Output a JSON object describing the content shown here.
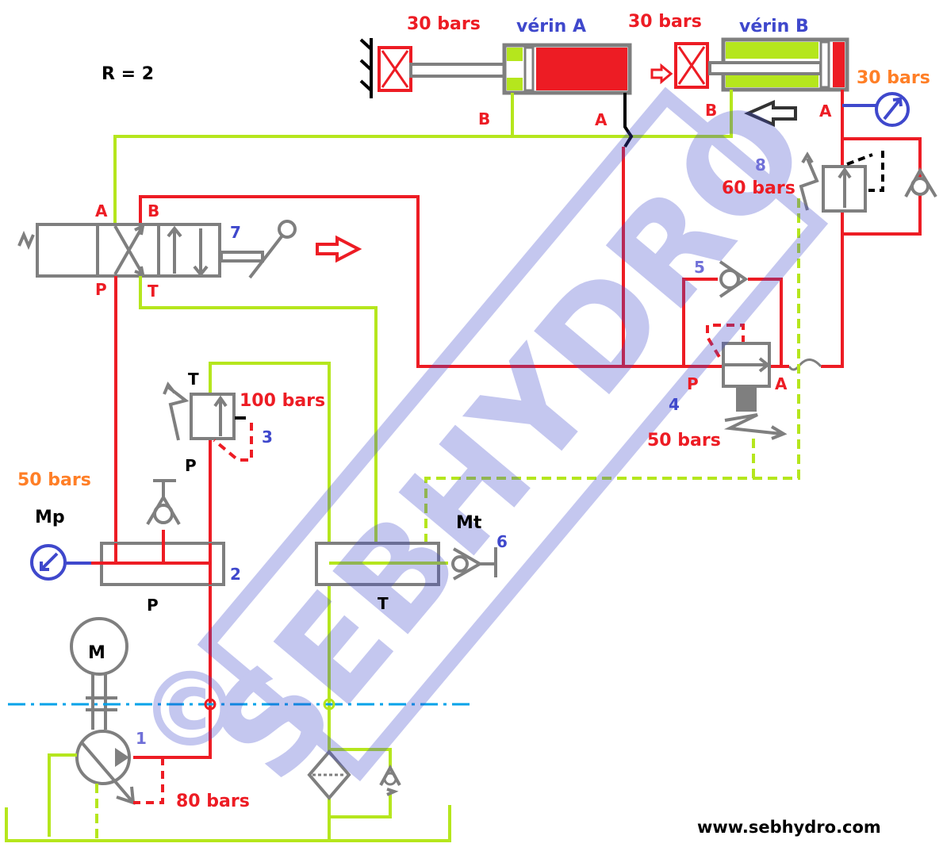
{
  "title": {
    "ratio": "R = 2",
    "website": "www.sebhydro.com",
    "watermark": "SEBHYDRO",
    "copyright": "©"
  },
  "colors": {
    "pressure": "#ed1c24",
    "return": "#b5e61d",
    "component": "#7f7f7f",
    "number": "#3f48cc",
    "gauge_reading": "#ff7f27",
    "axis": "#00a2e8"
  },
  "cylinders": {
    "a": {
      "name": "vérin A",
      "load": "30 bars",
      "port_b": "B",
      "port_a": "A"
    },
    "b": {
      "name": "vérin B",
      "load": "30 bars",
      "port_b": "B",
      "port_a": "A",
      "gauge": "30 bars"
    }
  },
  "valve7": {
    "number": "7",
    "port_a": "A",
    "port_b": "B",
    "port_p": "P",
    "port_t": "T"
  },
  "valve8": {
    "number": "8",
    "setting": "60 bars"
  },
  "valve5": {
    "number": "5"
  },
  "valve4": {
    "number": "4",
    "port_p": "P",
    "port_a": "A",
    "setting": "50 bars"
  },
  "valve3": {
    "number": "3",
    "port_t": "T",
    "port_p": "P",
    "setting": "100 bars"
  },
  "manifold_p": {
    "number": "2",
    "label": "P",
    "gauge_label": "Mp",
    "gauge_reading": "50 bars"
  },
  "manifold_t": {
    "label": "T",
    "gauge_label": "Mt",
    "number": "6"
  },
  "pump": {
    "number": "1",
    "motor": "M",
    "setting": "80 bars"
  }
}
